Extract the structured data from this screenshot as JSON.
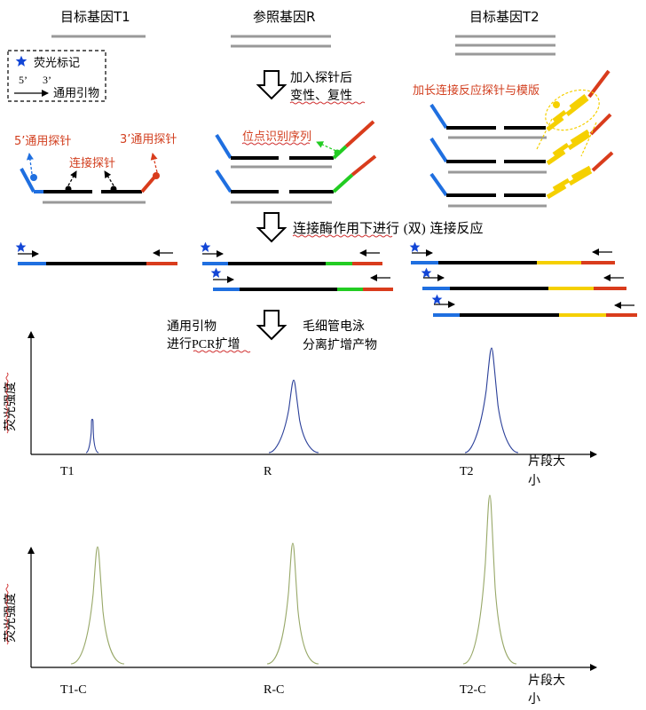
{
  "colors": {
    "blue": "#1f6fe0",
    "black": "#000000",
    "red": "#d93c1c",
    "green": "#22cc22",
    "yellow": "#f5d000",
    "gray": "#999999",
    "label_red": "#d23f1f",
    "peak_blue": "#2a3f99",
    "peak_olive": "#98a868",
    "star": "#1346d6",
    "wavy": "#d03030"
  },
  "headers": {
    "t1": "目标基因T1",
    "ref": "参照基因R",
    "t2": "目标基因T2"
  },
  "legend": {
    "star_label": "荧光标记",
    "five": "5’",
    "three": "3’",
    "primer_label": "通用引物"
  },
  "probes": {
    "five_prime": "5’通用探针",
    "three_prime": "3’通用探针",
    "ligation": "连接探针",
    "site": "位点识别序列",
    "extension": "加长连接反应探针与模版"
  },
  "steps": {
    "denature_line1": "加入探针后",
    "denature_line2": "变性、复性",
    "ligation_prefix": "连接酶作用下进行 ",
    "ligation_paren": "(双)",
    "ligation_suffix": " 连接反应",
    "pcr_line1": "通用引物",
    "pcr_prefix": "进行",
    "pcr_latin": "PCR",
    "pcr_suffix": "扩增",
    "ce_line1": "毛细管电泳",
    "ce_line2": "分离扩增产物"
  },
  "chart_data": [
    {
      "type": "line",
      "ylabel": "荧光强度",
      "xlabel": "片段大小",
      "categories": [
        "T1",
        "R",
        "T2"
      ],
      "peaks": [
        {
          "label": "T1",
          "height": 0.28
        },
        {
          "label": "R",
          "height": 0.61
        },
        {
          "label": "T2",
          "height": 0.88
        }
      ]
    },
    {
      "type": "line",
      "ylabel": "荧光强度",
      "xlabel": "片段大小",
      "categories": [
        "T1-C",
        "R-C",
        "T2-C"
      ],
      "peaks": [
        {
          "label": "T1-C",
          "height": 0.66
        },
        {
          "label": "R-C",
          "height": 0.68
        },
        {
          "label": "T2-C",
          "height": 0.95
        }
      ]
    }
  ]
}
